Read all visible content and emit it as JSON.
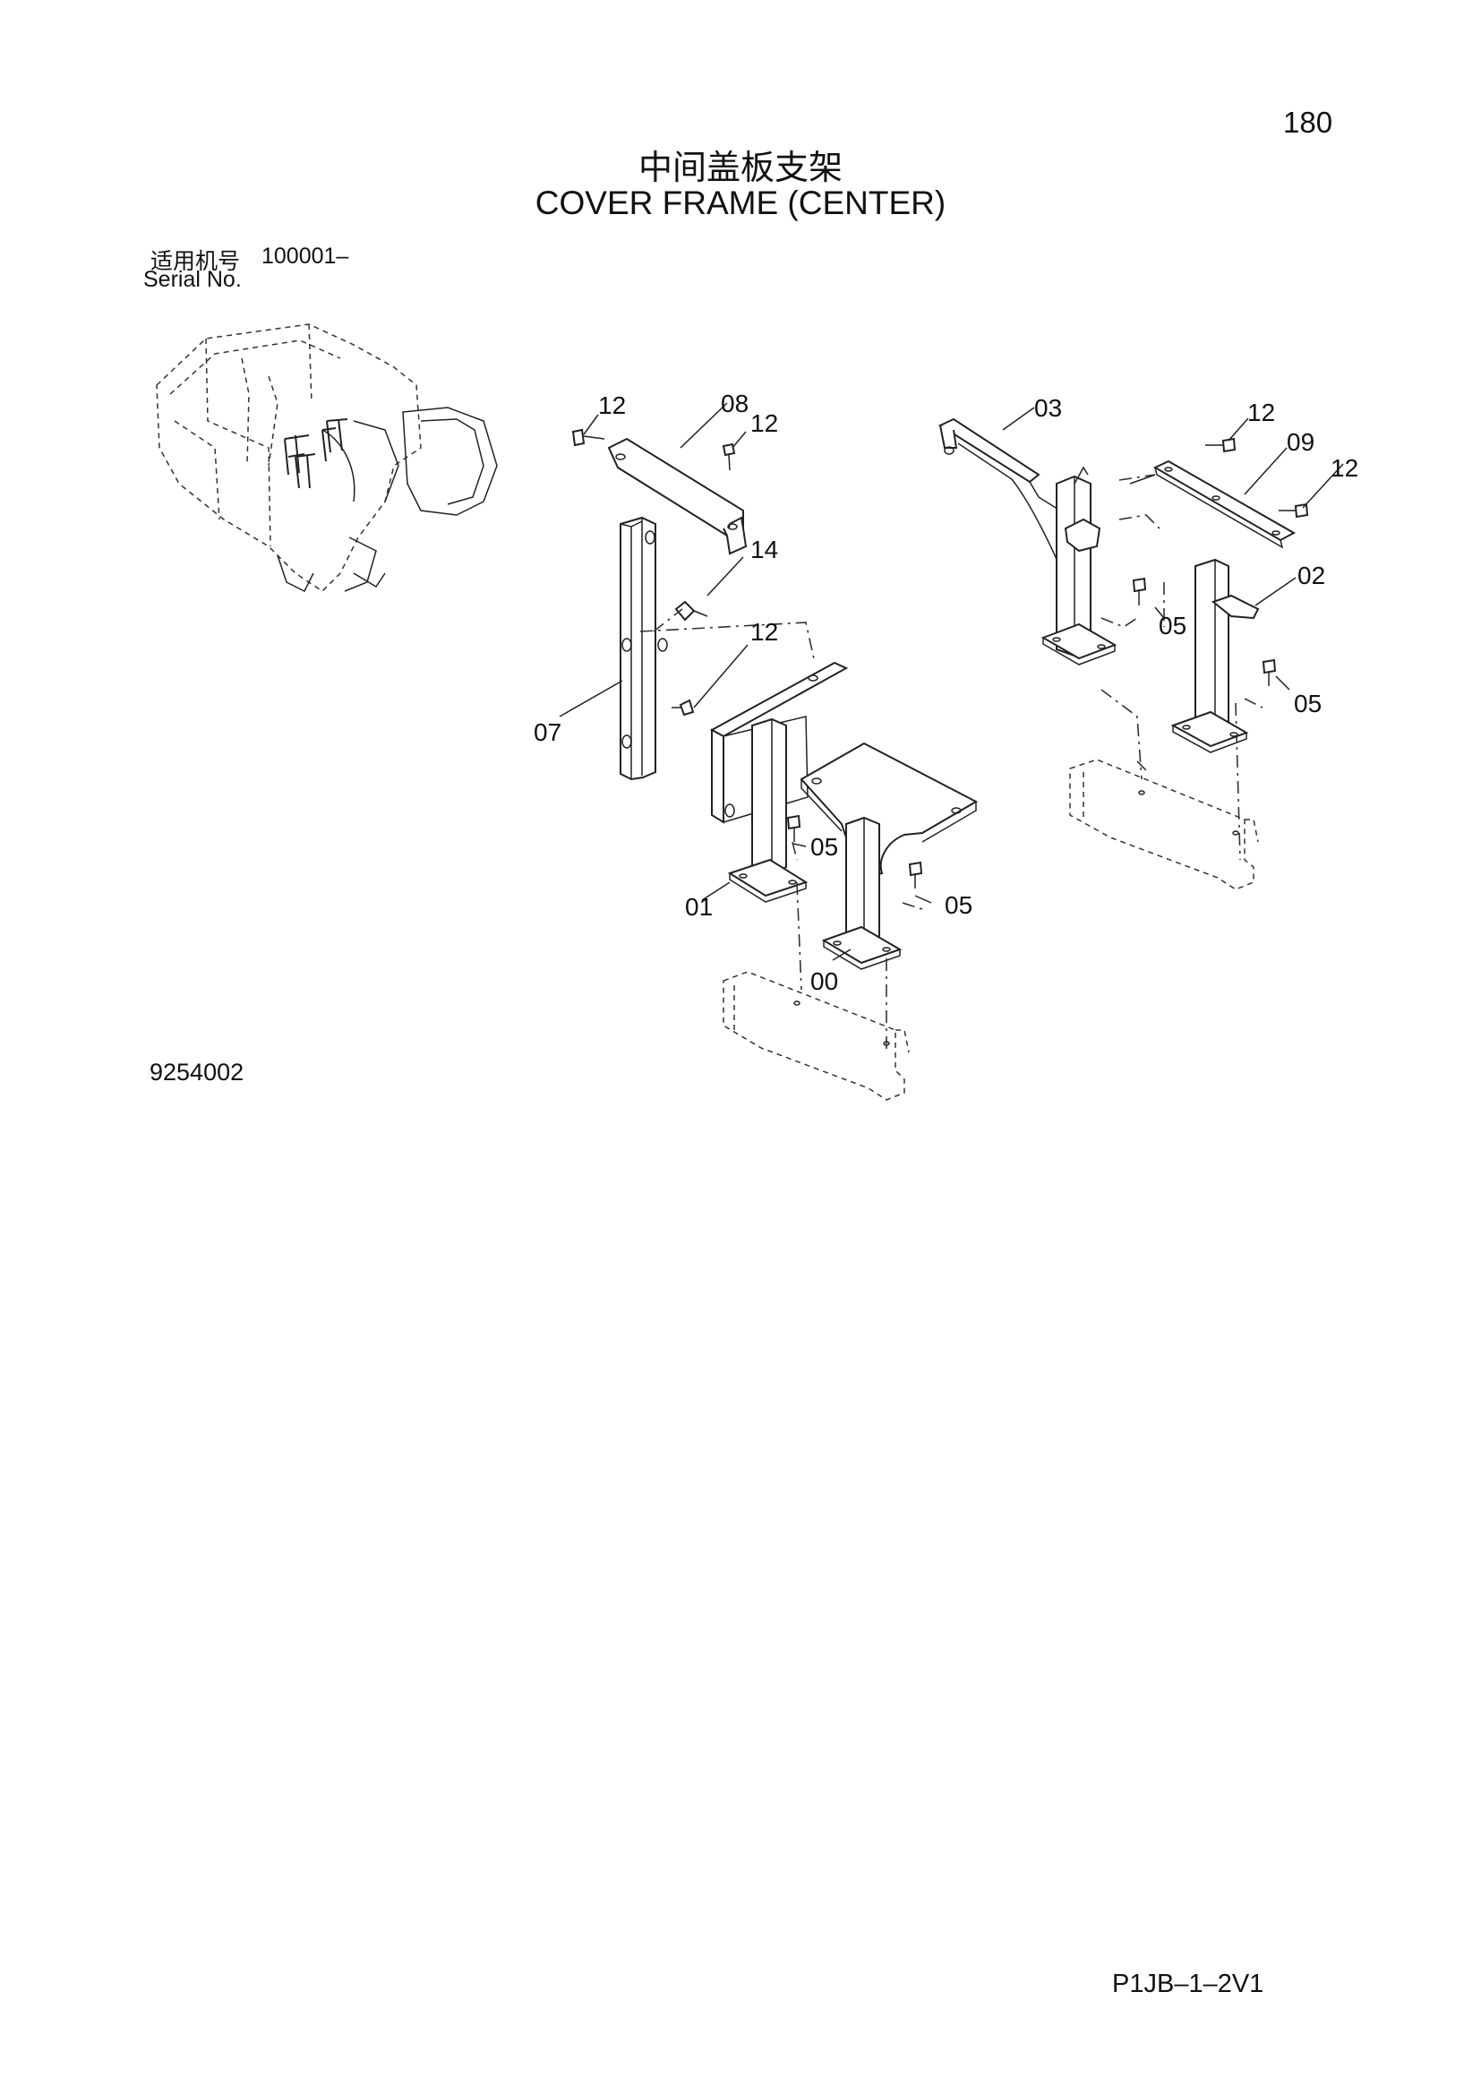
{
  "header": {
    "page_number": "180",
    "title_cn": "中间盖板支架",
    "title_en": "COVER FRAME (CENTER)"
  },
  "serial": {
    "label_cn": "适用机号",
    "label_en": "Serial No.",
    "value": "100001–"
  },
  "diagram": {
    "code": "9254002",
    "callouts": [
      {
        "id": "part-12-a",
        "text": "12"
      },
      {
        "id": "part-08",
        "text": "08"
      },
      {
        "id": "part-12-b",
        "text": "12"
      },
      {
        "id": "part-14",
        "text": "14"
      },
      {
        "id": "part-12-c",
        "text": "12"
      },
      {
        "id": "part-07",
        "text": "07"
      },
      {
        "id": "part-05-a",
        "text": "05"
      },
      {
        "id": "part-01",
        "text": "01"
      },
      {
        "id": "part-05-b",
        "text": "05"
      },
      {
        "id": "part-00",
        "text": "00"
      },
      {
        "id": "part-03",
        "text": "03"
      },
      {
        "id": "part-12-d",
        "text": "12"
      },
      {
        "id": "part-09",
        "text": "09"
      },
      {
        "id": "part-12-e",
        "text": "12"
      },
      {
        "id": "part-02",
        "text": "02"
      },
      {
        "id": "part-05-c",
        "text": "05"
      },
      {
        "id": "part-05-d",
        "text": "05"
      }
    ]
  },
  "footer": {
    "page_code": "P1JB–1–2V1"
  }
}
